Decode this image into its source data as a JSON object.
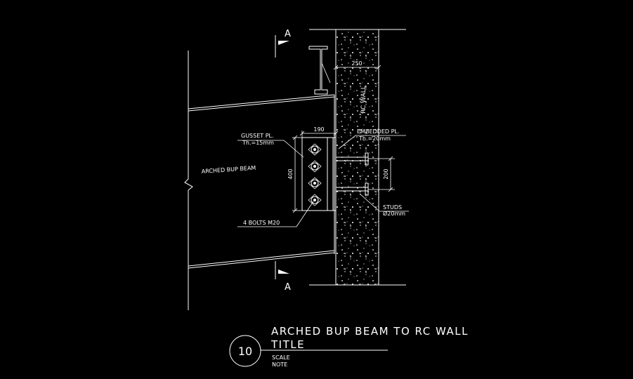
{
  "labels": {
    "section_mark": "A",
    "wall_width": "250",
    "wall": "RC WALL",
    "gusset_line1": "GUSSET PL.",
    "gusset_line2": "Th.=15mm",
    "embedded_line1": "EMBEDDED PL.",
    "embedded_line2": "Th.=20mm",
    "gusset_width": "190",
    "gusset_height": "400",
    "stud_spacing": "200",
    "beam": "ARCHED BUP BEAM",
    "bolts": "4 BOLTS M20",
    "studs_line1": "STUDS",
    "studs_line2": "Ø20mm"
  },
  "title_block": {
    "number": "10",
    "title_line1": "ARCHED BUP BEAM TO RC WALL",
    "title_line2": "TITLE",
    "scale": "SCALE",
    "note": "NOTE"
  },
  "colors": {
    "background": "#000000",
    "linework": "#ffffff"
  }
}
